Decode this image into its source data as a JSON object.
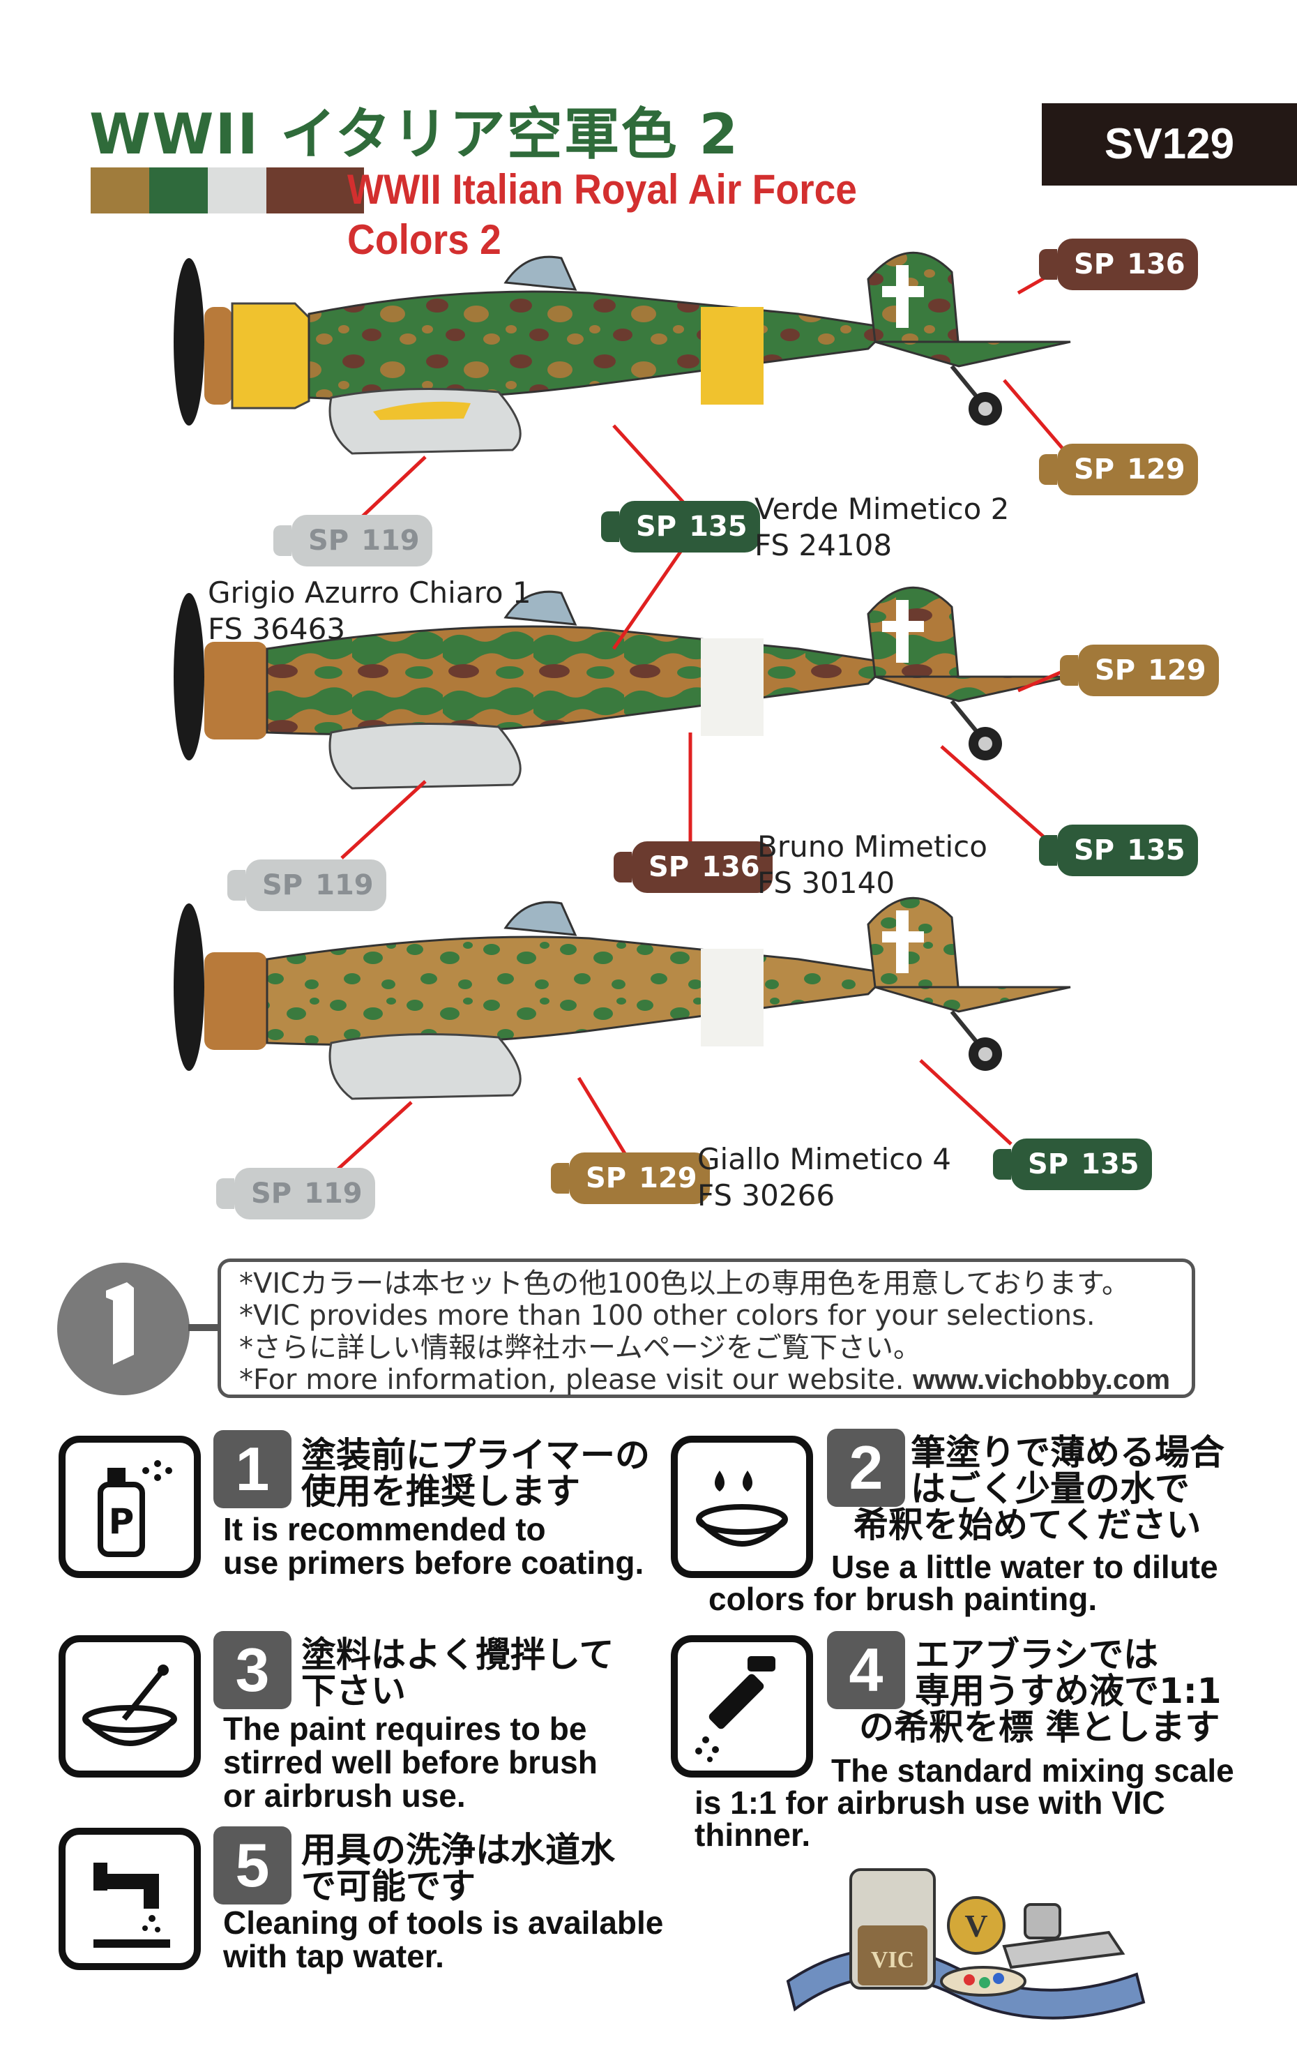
{
  "header": {
    "title_jp": "WWII イタリア空軍色 2",
    "title_en_line1": "WWII Italian Royal Air Force",
    "title_en_line2": "Colors 2",
    "product_code": "SV129",
    "swatch_colors": [
      "#a07c3c",
      "#2f6a3c",
      "#dcdedd",
      "#6e3c2e"
    ]
  },
  "colors": {
    "sp119": {
      "prefix": "SP",
      "number": "119",
      "color": "#c9cccc",
      "name": "Grigio Azurro Chiaro 1",
      "fs": "FS 36463"
    },
    "sp135": {
      "prefix": "SP",
      "number": "135",
      "color": "#2d5a3a",
      "name": "Verde Mimetico 2",
      "fs": "FS 24108"
    },
    "sp136": {
      "prefix": "SP",
      "number": "136",
      "color": "#6b3b2f",
      "name": "Bruno Mimetico",
      "fs": "FS 30140"
    },
    "sp129": {
      "prefix": "SP",
      "number": "129",
      "color": "#a2793a",
      "name": "Giallo Mimetico 4",
      "fs": "FS 30266"
    }
  },
  "info": {
    "line1": "*VICカラーは本セット色の他100色以上の専用色を用意しております。",
    "line2": "*VIC provides more than 100 other colors for your selections.",
    "line3": "*さらに詳しい情報は弊社ホームページをご覧下さい。",
    "line4": "*For more information, please visit our website.",
    "url": "www.vichobby.com"
  },
  "steps": [
    {
      "num": "1",
      "icon": "primer-spray-icon",
      "jp1": "塗装前にプライマーの",
      "jp2": "使用を推奨します",
      "en1": "It is recommended to",
      "en2": "use primers before coating."
    },
    {
      "num": "2",
      "icon": "water-dilute-icon",
      "jp1": "筆塗りで薄める場合",
      "jp2": "はごく少量の水で",
      "jp3": "希釈を始めてください",
      "en1": "Use a little water to dilute",
      "en2": "colors for brush painting."
    },
    {
      "num": "3",
      "icon": "stir-bowl-icon",
      "jp1": "塗料はよく攪拌して",
      "jp2": "下さい",
      "en1": "The paint requires to be",
      "en2": "stirred well before brush",
      "en3": "or airbrush use."
    },
    {
      "num": "4",
      "icon": "airbrush-icon",
      "jp1": "エアブラシでは",
      "jp2": "専用うすめ液で1:1",
      "jp3": "の希釈を標 準とします",
      "en1": "The standard mixing scale",
      "en2": "is 1:1 for airbrush use with VIC",
      "en3": "thinner."
    },
    {
      "num": "5",
      "icon": "tap-water-icon",
      "jp1": "用具の洗浄は水道水",
      "jp2": "で可能です",
      "en1": "Cleaning of tools is available",
      "en2": "with tap water."
    }
  ]
}
